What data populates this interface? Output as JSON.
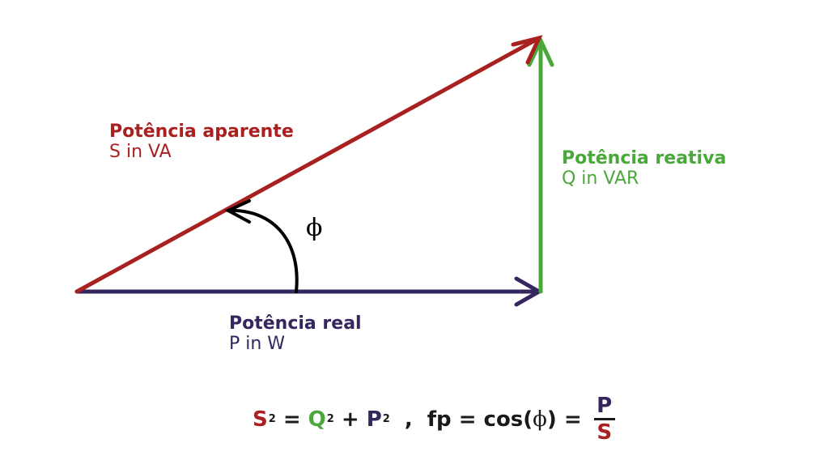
{
  "colors": {
    "apparent": "#a8201f",
    "reactive": "#4aa83a",
    "real": "#35265e",
    "angle": "#000000",
    "text_dark": "#1a1a1a"
  },
  "labels": {
    "apparent": {
      "title": "Potência aparente",
      "sub": "S in VA"
    },
    "reactive": {
      "title": "Potência reativa",
      "sub": "Q in VAR"
    },
    "real": {
      "title": "Potência real",
      "sub": "P in W"
    },
    "angle": "ϕ"
  },
  "formula": {
    "s": "S",
    "exp1": "2",
    "eq1": " = ",
    "q": "Q",
    "exp2": "2",
    "plus": " + ",
    "p": "P",
    "exp3": "2",
    "comma": ",",
    "fp": "fp = cos(",
    "phi": "ϕ",
    "close": ") = ",
    "num": "P",
    "den": "S"
  }
}
